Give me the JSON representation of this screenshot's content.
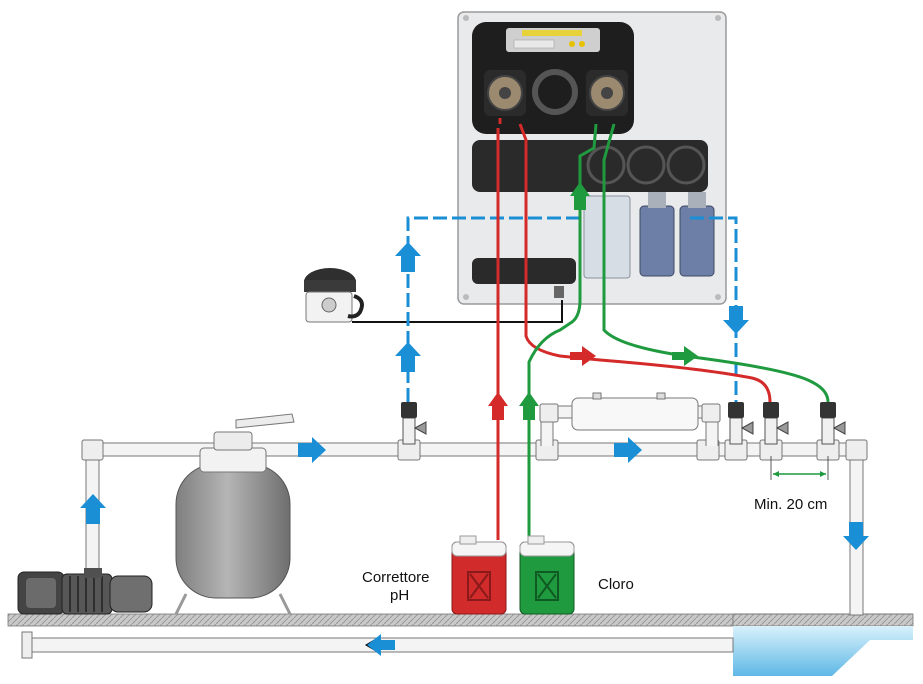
{
  "labels": {
    "min_distance": "Min. 20 cm",
    "ph_corrector_line1": "Correttore",
    "ph_corrector_line2": "pH",
    "chlorine": "Cloro"
  },
  "colors": {
    "water_flow": "#1a8fd6",
    "ph_line": "#d42a2a",
    "chlorine_line": "#1f9a3e",
    "pipe": "#f4f4f4",
    "cabinet": "#e9eaeb",
    "filter": "#9a9a9a",
    "pool_water": "#8fd0f0"
  },
  "icons": {
    "pump": "water-pump-icon",
    "filter": "sand-filter-icon",
    "probe": "probe-holder-icon",
    "controller": "dosing-station-icon",
    "sensor": "flow-sensor-icon"
  }
}
